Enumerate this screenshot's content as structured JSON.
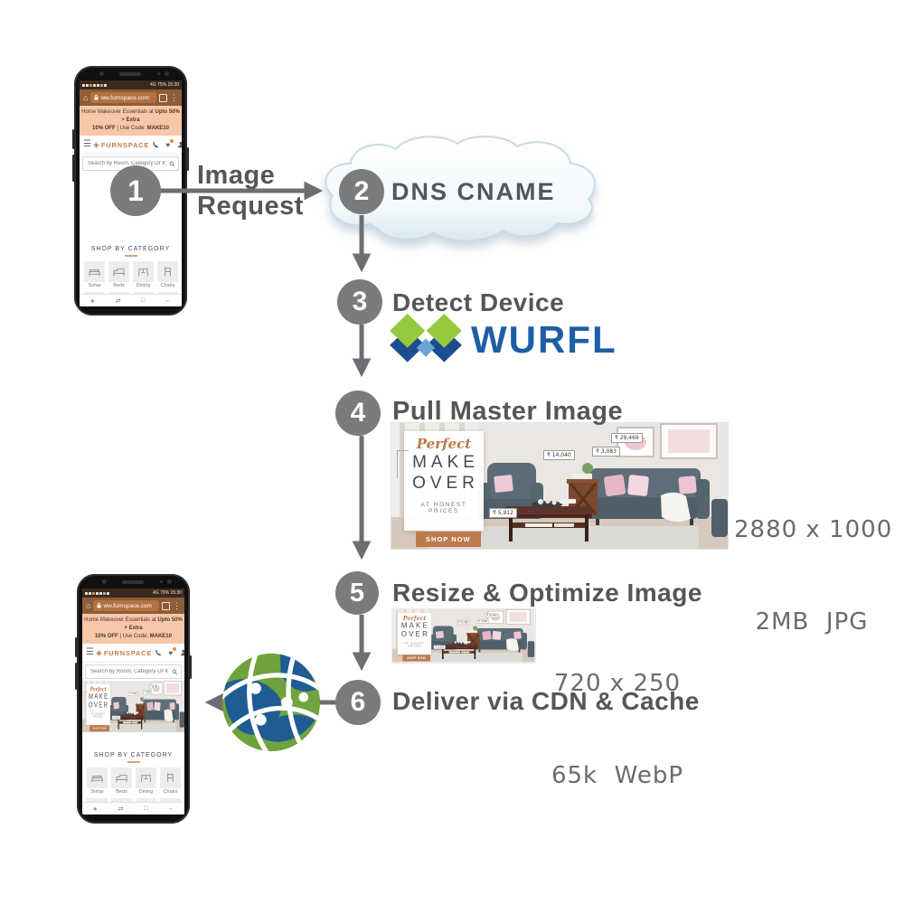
{
  "colors": {
    "arrow_gray": "#6d6e71",
    "circle_gray": "#7a7b7d",
    "step_text": "#545659",
    "wurfl_blue": "#1d5fa6",
    "wurfl_green": "#97c93e",
    "wurfl_dark_blue": "#1b4e8f",
    "wurfl_light_blue": "#6ea3d8",
    "globe_green": "#6fa33e",
    "globe_blue": "#1f5c94",
    "brand_orange": "#c57a4b",
    "cta_brown": "#bd7b4c",
    "promo_peach": "#f6c7a9"
  },
  "steps": {
    "s1": {
      "num": "1",
      "line1": "Image",
      "line2": "Request"
    },
    "s2": {
      "num": "2",
      "label": "DNS CNAME"
    },
    "s3": {
      "num": "3",
      "label": "Detect Device"
    },
    "s4": {
      "num": "4",
      "label": "Pull Master Image"
    },
    "s5": {
      "num": "5",
      "label": "Resize & Optimize Image"
    },
    "s6": {
      "num": "6",
      "label": "Deliver via CDN & Cache"
    }
  },
  "wurfl": {
    "name": "WURFL"
  },
  "master_image": {
    "size": "2880 x 1000",
    "format": "2MB  JPG"
  },
  "resized_image": {
    "size": "720 x 250",
    "format": "65k  WebP"
  },
  "banner": {
    "script": "Perfect",
    "title_line1": "MAKE",
    "title_line2": "OVER",
    "tagline": "AT HONEST PRICES",
    "cta": "SHOP NOW",
    "price_tags": [
      "₹ 14,040",
      "₹ 3,083",
      "₹ 29,469",
      "₹ 5,912"
    ]
  },
  "phone": {
    "status_right_top": "4G 75% 15:20",
    "status_right_bottom": "4G 79% 15:30",
    "url": "ww.furnspace.com",
    "promo": {
      "l1a": "Home Makeover Essentials at ",
      "l1b": "Upto 50% + Extra",
      "l2a": "10% OFF",
      "l2b": " | Use Code: ",
      "l2c": "MAKE10"
    },
    "brand": "FURNSPACE",
    "search_placeholder": "Search by Room, Category Or Item",
    "shop_by": "SHOP BY CATEGORY",
    "categories": [
      "Sofas",
      "Beds",
      "Dining",
      "Chairs"
    ],
    "category_icons": [
      "sofa-icon",
      "bed-icon",
      "dining-icon",
      "chair-icon"
    ],
    "category_icons_row2": [
      "wardrobe-icon",
      "storage-icon",
      "outdoor-icon",
      "bunk-bed-icon"
    ]
  }
}
